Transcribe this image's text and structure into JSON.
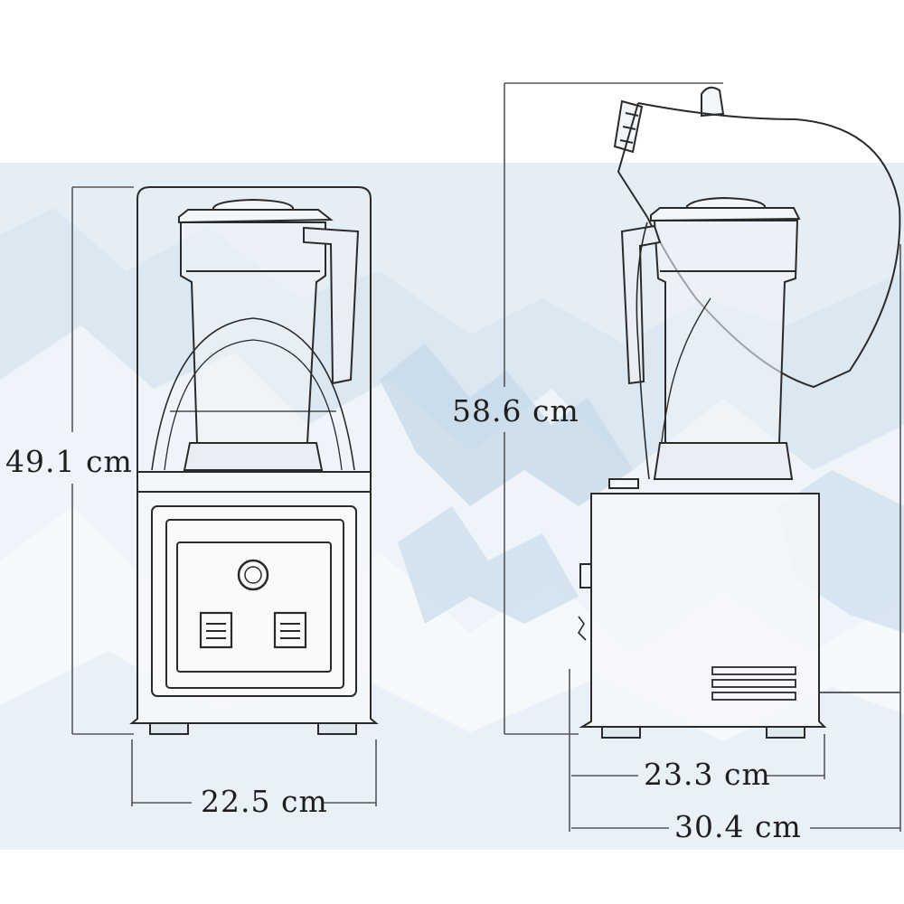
{
  "dimensions": {
    "front_height": "49.1 cm",
    "side_height": "58.6 cm",
    "front_width": "22.5 cm",
    "base_depth": "23.3 cm",
    "overall_depth": "30.4 cm"
  },
  "colors": {
    "line": "#2a2a2a",
    "sky": "#dde8f1",
    "snow": "#f4f8fb",
    "shadow": "#b9cfe0"
  }
}
